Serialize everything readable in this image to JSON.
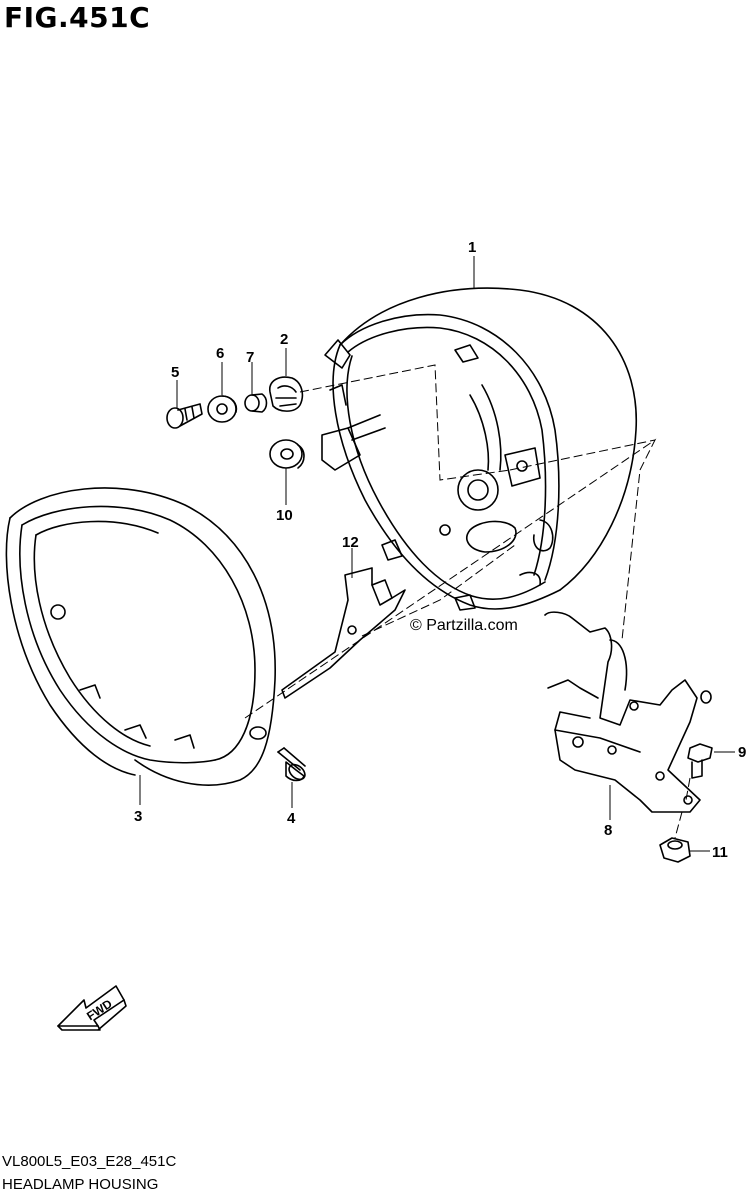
{
  "figure": {
    "title": "FIG.451C",
    "code": "VL800L5_E03_E28_451C",
    "name": "HEADLAMP HOUSING"
  },
  "watermark": "© Partzilla.com",
  "fwd_label": "FWD",
  "callouts": [
    {
      "id": "1",
      "label": "1"
    },
    {
      "id": "2",
      "label": "2"
    },
    {
      "id": "3",
      "label": "3"
    },
    {
      "id": "4",
      "label": "4"
    },
    {
      "id": "5",
      "label": "5"
    },
    {
      "id": "6",
      "label": "6"
    },
    {
      "id": "7",
      "label": "7"
    },
    {
      "id": "8",
      "label": "8"
    },
    {
      "id": "9",
      "label": "9"
    },
    {
      "id": "10",
      "label": "10"
    },
    {
      "id": "11",
      "label": "11"
    },
    {
      "id": "12",
      "label": "12"
    }
  ]
}
